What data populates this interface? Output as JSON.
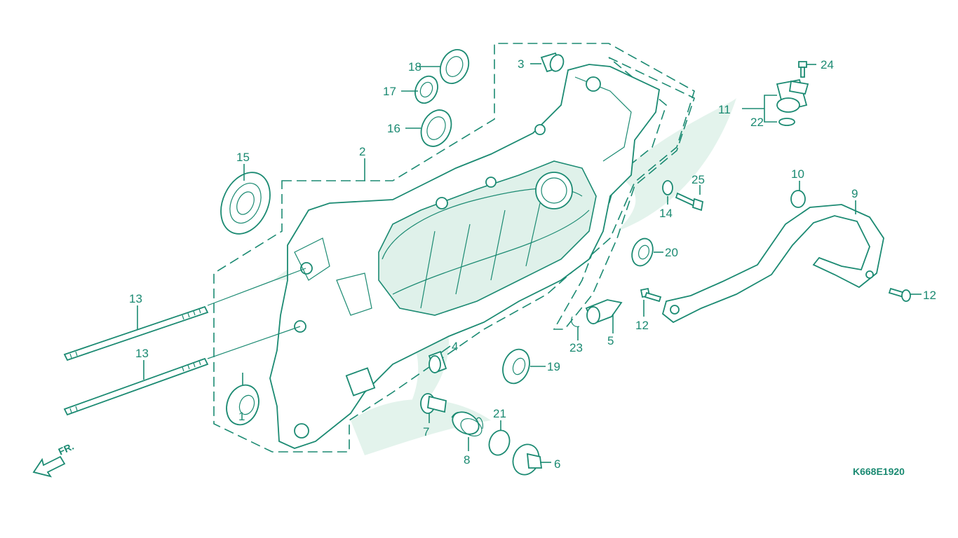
{
  "diagram": {
    "code": "K668E1920",
    "direction_label": "FR.",
    "colors": {
      "line": "#1b8a72",
      "watermark": "#e3f3ec",
      "background": "#ffffff"
    },
    "callouts": [
      {
        "id": "c1",
        "text": "1"
      },
      {
        "id": "c2",
        "text": "2"
      },
      {
        "id": "c3",
        "text": "3"
      },
      {
        "id": "c4",
        "text": "4"
      },
      {
        "id": "c5",
        "text": "5"
      },
      {
        "id": "c6",
        "text": "6"
      },
      {
        "id": "c7",
        "text": "7"
      },
      {
        "id": "c8",
        "text": "8"
      },
      {
        "id": "c9",
        "text": "9"
      },
      {
        "id": "c10",
        "text": "10"
      },
      {
        "id": "c11",
        "text": "11"
      },
      {
        "id": "c12a",
        "text": "12"
      },
      {
        "id": "c12b",
        "text": "12"
      },
      {
        "id": "c13a",
        "text": "13"
      },
      {
        "id": "c13b",
        "text": "13"
      },
      {
        "id": "c14",
        "text": "14"
      },
      {
        "id": "c15",
        "text": "15"
      },
      {
        "id": "c16",
        "text": "16"
      },
      {
        "id": "c17",
        "text": "17"
      },
      {
        "id": "c18",
        "text": "18"
      },
      {
        "id": "c19",
        "text": "19"
      },
      {
        "id": "c20",
        "text": "20"
      },
      {
        "id": "c21",
        "text": "21"
      },
      {
        "id": "c22",
        "text": "22"
      },
      {
        "id": "c23",
        "text": "23"
      },
      {
        "id": "c24",
        "text": "24"
      },
      {
        "id": "c25",
        "text": "25"
      }
    ]
  }
}
